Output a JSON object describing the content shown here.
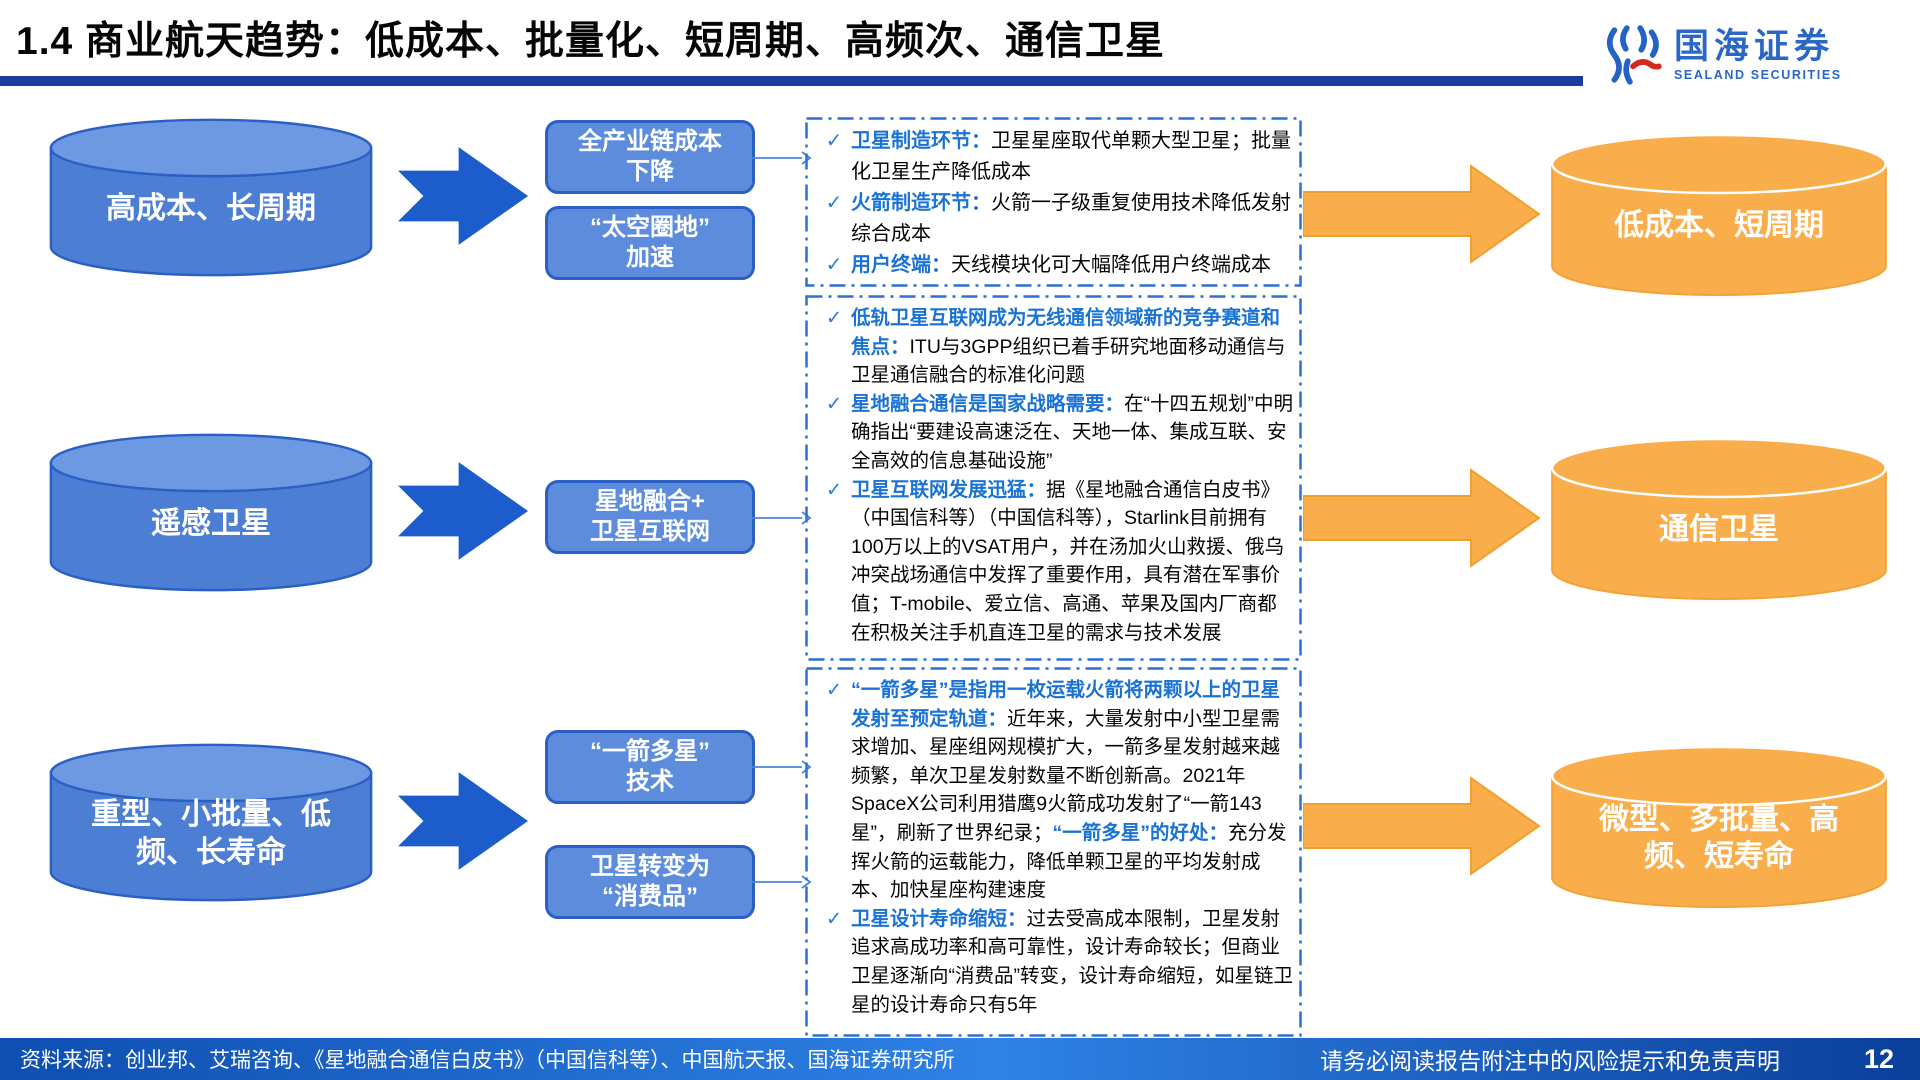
{
  "header": {
    "title": "1.4 商业航天趋势：低成本、批量化、短周期、高频次、通信卫星",
    "logo_name": "国海证券",
    "logo_subtitle": "SEALAND SECURITIES"
  },
  "icons": {
    "check": "✓"
  },
  "colors": {
    "dark_blue_arrow": "#1d5ccb",
    "cylinder_blue": "#4c7ed3",
    "cylinder_blue_border": "#2b5fc4",
    "driver_box_blue": "#5d8cdc",
    "dashed_border_blue": "#2e6fd4",
    "lead_text_blue": "#1a73d4",
    "orange": "#f9ad4b",
    "title_rule_navy": "#1c3c9d",
    "footer_blue": "#2f82e6"
  },
  "rows": [
    {
      "source": "高成本、长周期",
      "drivers": [
        "全产业链成本\n下降",
        "“太空圈地”\n加速"
      ],
      "bullets": [
        {
          "segments": [
            {
              "bold": true,
              "text": "卫星制造环节："
            },
            {
              "bold": false,
              "text": "卫星星座取代单颗大型卫星；批量化卫星生产降低成本"
            }
          ]
        },
        {
          "segments": [
            {
              "bold": true,
              "text": "火箭制造环节："
            },
            {
              "bold": false,
              "text": "火箭一子级重复使用技术降低发射综合成本"
            }
          ]
        },
        {
          "segments": [
            {
              "bold": true,
              "text": "用户终端："
            },
            {
              "bold": false,
              "text": "天线模块化可大幅降低用户终端成本"
            }
          ]
        }
      ],
      "result": "低成本、短周期"
    },
    {
      "source": "遥感卫星",
      "drivers": [
        "星地融合+\n卫星互联网"
      ],
      "bullets": [
        {
          "segments": [
            {
              "bold": true,
              "text": "低轨卫星互联网成为无线通信领域新的竞争赛道和焦点："
            },
            {
              "bold": false,
              "text": "ITU与3GPP组织已着手研究地面移动通信与卫星通信融合的标准化问题"
            }
          ]
        },
        {
          "segments": [
            {
              "bold": true,
              "text": "星地融合通信是国家战略需要："
            },
            {
              "bold": false,
              "text": "在“十四五规划”中明确指出“要建设高速泛在、天地一体、集成互联、安全高效的信息基础设施”"
            }
          ]
        },
        {
          "segments": [
            {
              "bold": true,
              "text": "卫星互联网发展迅猛："
            },
            {
              "bold": false,
              "text": "据《星地融合通信白皮书》（中国信科等）（中国信科等），Starlink目前拥有100万以上的VSAT用户，并在汤加火山救援、俄乌冲突战场通信中发挥了重要作用，具有潜在军事价值；T-mobile、爱立信、高通、苹果及国内厂商都在积极关注手机直连卫星的需求与技术发展"
            }
          ]
        }
      ],
      "result": "通信卫星"
    },
    {
      "source": "重型、小批量、低\n频、长寿命",
      "drivers": [
        "“一箭多星”\n技术",
        "卫星转变为\n“消费品”"
      ],
      "bullets": [
        {
          "segments": [
            {
              "bold": true,
              "text": "“一箭多星”是指用一枚运载火箭将两颗以上的卫星发射至预定轨道："
            },
            {
              "bold": false,
              "text": "近年来，大量发射中小型卫星需求增加、星座组网规模扩大，一箭多星发射越来越频繁，单次卫星发射数量不断创新高。2021年SpaceX公司利用猎鹰9火箭成功发射了“一箭143星”，刷新了世界纪录；"
            },
            {
              "bold": true,
              "text": "“一箭多星”的好处："
            },
            {
              "bold": false,
              "text": "充分发挥火箭的运载能力，降低单颗卫星的平均发射成本、加快星座构建速度"
            }
          ]
        },
        {
          "segments": [
            {
              "bold": true,
              "text": "卫星设计寿命缩短："
            },
            {
              "bold": false,
              "text": "过去受高成本限制，卫星发射追求高成功率和高可靠性，设计寿命较长；但商业卫星逐渐向“消费品”转变，设计寿命缩短，如星链卫星的设计寿命只有5年"
            }
          ]
        }
      ],
      "result": "微型、多批量、高\n频、短寿命"
    }
  ],
  "footer": {
    "source": "资料来源：创业邦、艾瑞咨询、《星地融合通信白皮书》（中国信科等）、中国航天报、国海证券研究所",
    "disclaimer": "请务必阅读报告附注中的风险提示和免责声明",
    "page": "12"
  }
}
